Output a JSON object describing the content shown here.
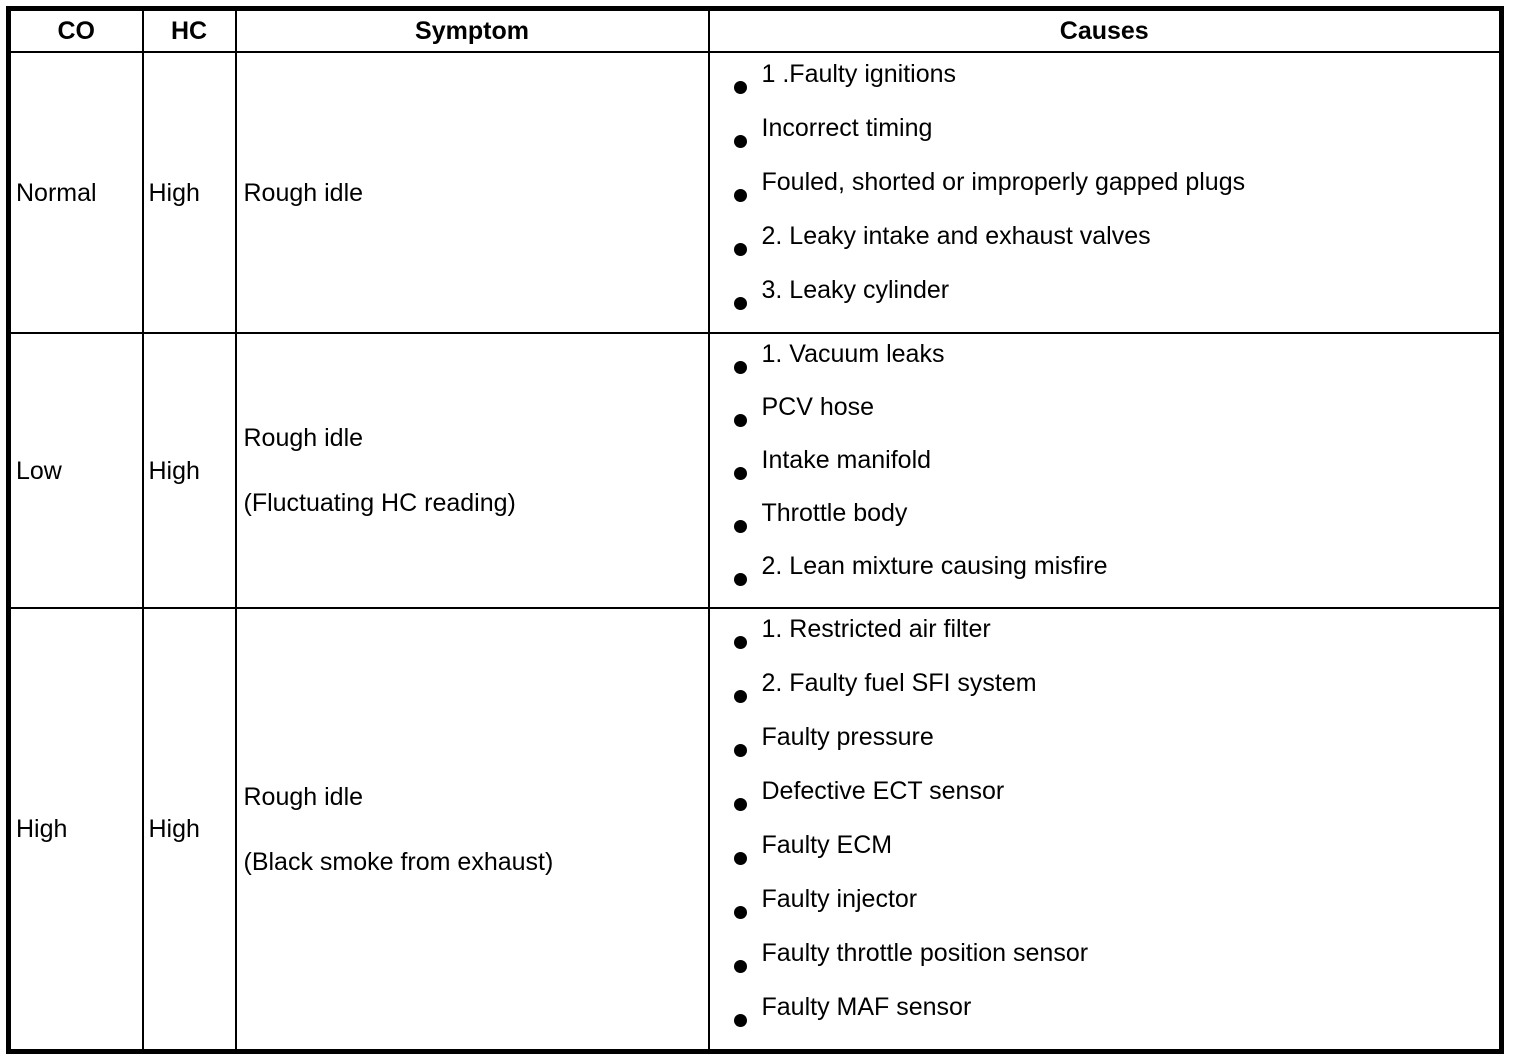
{
  "table": {
    "columns": [
      "CO",
      "HC",
      "Symptom",
      "Causes"
    ],
    "rows": [
      {
        "co": "Normal",
        "hc": "High",
        "symptom_lines": [
          "Rough idle"
        ],
        "causes": [
          "1 .Faulty ignitions",
          "Incorrect timing",
          "Fouled, shorted or improperly gapped plugs",
          "2. Leaky intake and exhaust valves",
          "3. Leaky cylinder"
        ]
      },
      {
        "co": "Low",
        "hc": "High",
        "symptom_lines": [
          "Rough idle",
          "(Fluctuating HC reading)"
        ],
        "causes": [
          "1. Vacuum leaks",
          "PCV hose",
          "Intake manifold",
          "Throttle body",
          "2. Lean mixture causing misfire"
        ]
      },
      {
        "co": "High",
        "hc": "High",
        "symptom_lines": [
          "Rough idle",
          "(Black smoke from exhaust)"
        ],
        "causes": [
          "1. Restricted air filter",
          "2. Faulty fuel SFI system",
          "Faulty pressure",
          "Defective ECT sensor",
          "Faulty ECM",
          "Faulty injector",
          "Faulty throttle position sensor",
          "Faulty MAF sensor"
        ]
      }
    ]
  },
  "style": {
    "text_color": "#000000",
    "background": "#ffffff",
    "border_color": "#000000"
  }
}
